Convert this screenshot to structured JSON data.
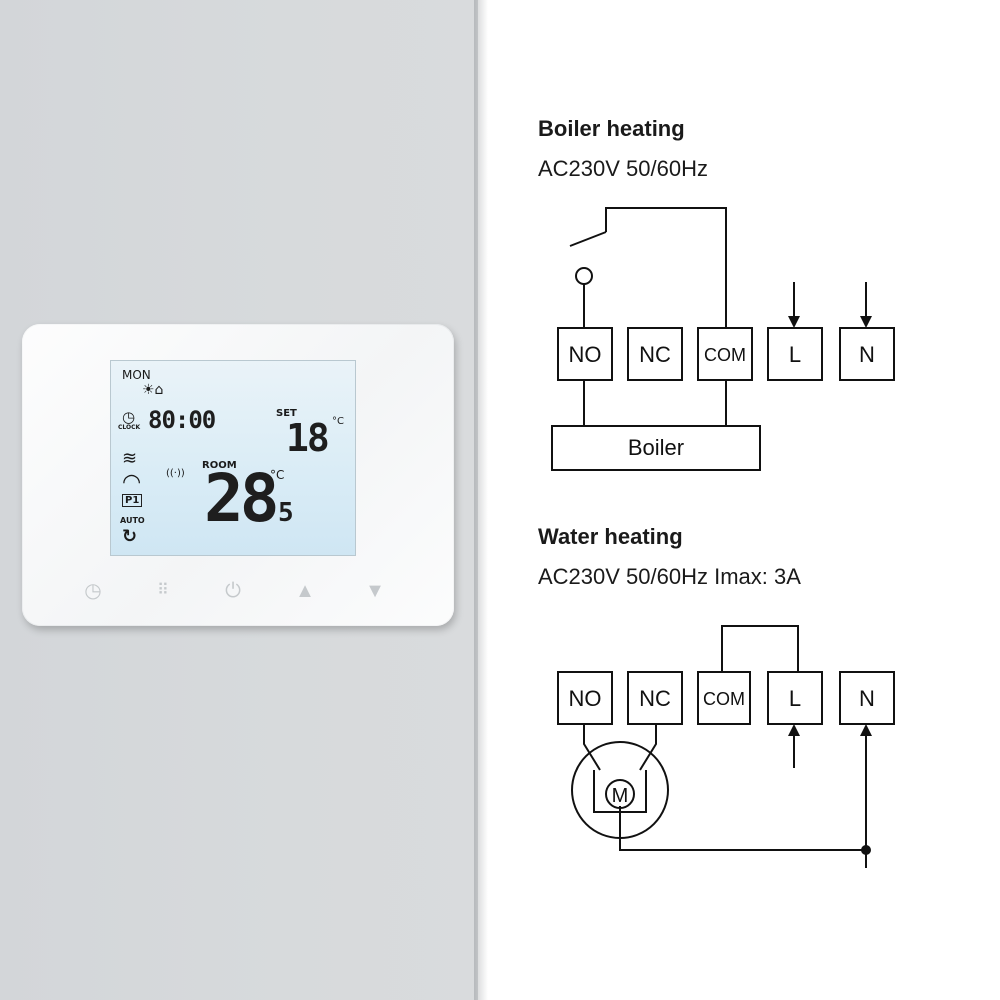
{
  "thermostat": {
    "day": "MON",
    "clock_label": "CLOCK",
    "clock_time": "80:00",
    "set_label": "SET",
    "set_value": "18",
    "set_unit": "°C",
    "room_label": "ROOM",
    "room_value": "28",
    "room_decimal": "5",
    "room_unit": "°C",
    "program_label": "P1",
    "auto_label": "AUTO"
  },
  "boiler": {
    "title": "Boiler heating",
    "spec": "AC230V 50/60Hz",
    "terminals": [
      "NO",
      "NC",
      "COM",
      "L",
      "N"
    ],
    "load_label": "Boiler"
  },
  "water": {
    "title": "Water heating",
    "spec": "AC230V 50/60Hz Imax: 3A",
    "terminals": [
      "NO",
      "NC",
      "COM",
      "L",
      "N"
    ],
    "motor_label": "M"
  }
}
